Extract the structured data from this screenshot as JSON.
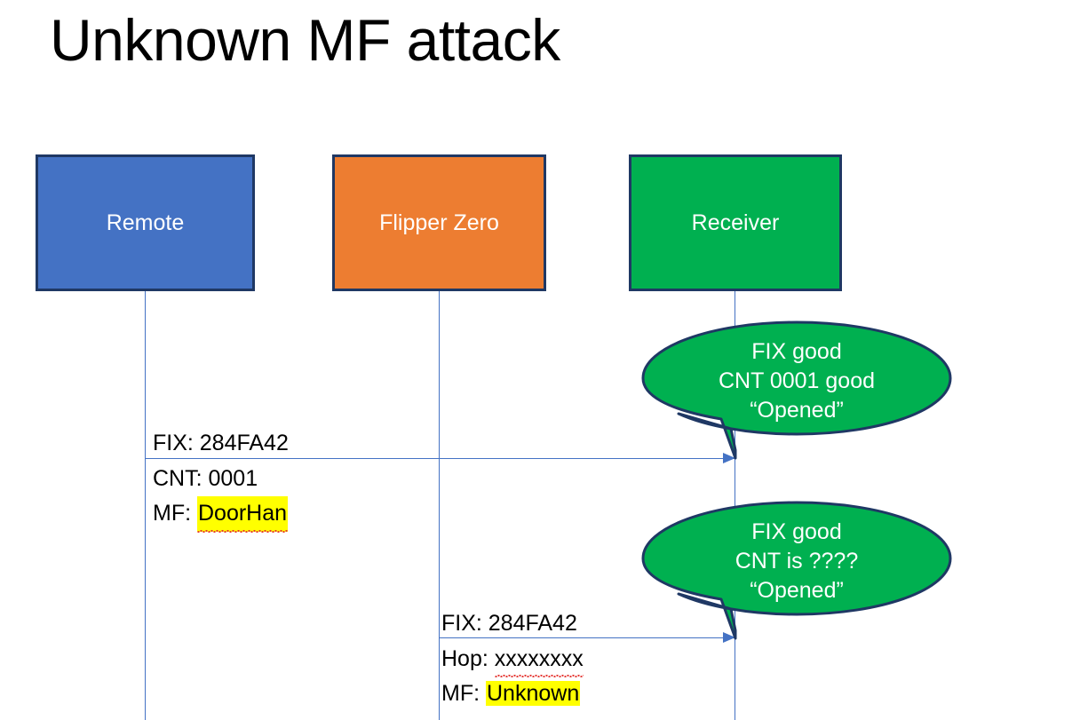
{
  "slide": {
    "title": "Unknown MF attack",
    "background_color": "#FFFFFF"
  },
  "colors": {
    "remote_fill": "#4472C4",
    "flipper_fill": "#ED7D31",
    "receiver_fill": "#00B050",
    "box_border": "#1F3864",
    "lifeline": "#4472C4",
    "arrow": "#4472C4",
    "highlight": "#FFFF00",
    "bubble_fill": "#00B050",
    "bubble_border": "#1F3864",
    "bubble_text": "#FFFFFF",
    "text": "#000000",
    "spellcheck_underline": "#E53935"
  },
  "actors": [
    {
      "id": "remote",
      "label": "Remote"
    },
    {
      "id": "flipper",
      "label": "Flipper Zero"
    },
    {
      "id": "receiver",
      "label": "Receiver"
    }
  ],
  "messages": [
    {
      "id": "message-1",
      "from": "remote",
      "to": "receiver",
      "lines": [
        {
          "label": "FIX:",
          "value": "284FA42",
          "highlighted": false,
          "spellcheck_error": false
        },
        {
          "label": "CNT:",
          "value": "0001",
          "highlighted": false,
          "spellcheck_error": false
        },
        {
          "label": "MF:",
          "value": "DoorHan",
          "highlighted": true,
          "spellcheck_error": true
        }
      ],
      "text_l1": "FIX: 284FA42",
      "text_l2": "CNT: 0001",
      "text_l3_label": "MF: ",
      "text_l3_value": "DoorHan"
    },
    {
      "id": "message-2",
      "from": "flipper",
      "to": "receiver",
      "lines": [
        {
          "label": "FIX:",
          "value": "284FA42",
          "highlighted": false,
          "spellcheck_error": false
        },
        {
          "label": "Hop:",
          "value": "xxxxxxxx",
          "highlighted": false,
          "spellcheck_error": true
        },
        {
          "label": "MF:",
          "value": "Unknown",
          "highlighted": true,
          "spellcheck_error": false
        }
      ],
      "text_l1": "FIX: 284FA42",
      "text_l2_label": "Hop: ",
      "text_l2_value": "xxxxxxxx",
      "text_l3_label": "MF: ",
      "text_l3_value": "Unknown"
    }
  ],
  "bubbles": [
    {
      "id": "bubble-1",
      "owner": "receiver",
      "line1": "FIX good",
      "line2": "CNT 0001 good",
      "line3": "“Opened”"
    },
    {
      "id": "bubble-2",
      "owner": "receiver",
      "line1": "FIX good",
      "line2": "CNT is ????",
      "line3": "“Opened”"
    }
  ]
}
